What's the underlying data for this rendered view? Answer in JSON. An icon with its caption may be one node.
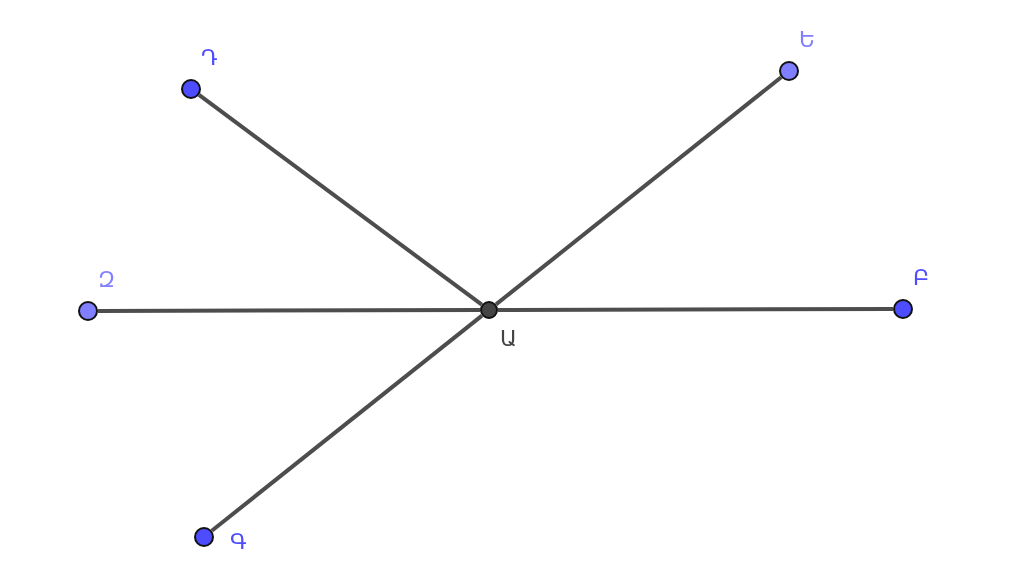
{
  "diagram": {
    "nodes": [
      {
        "text": [],
        "shape": "circle",
        "beside": [
          "Դ"
        ]
      },
      {
        "text": [],
        "shape": "circle",
        "beside": [
          "Ե"
        ]
      },
      {
        "text": [],
        "shape": "circle",
        "beside": [
          "Զ"
        ]
      },
      {
        "text": [],
        "shape": "circle",
        "beside": [
          "Ա"
        ]
      },
      {
        "text": [],
        "shape": "circle",
        "beside": [
          "Բ"
        ]
      },
      {
        "text": [],
        "shape": "circle",
        "beside": [
          "Գ"
        ]
      }
    ],
    "edges": [
      {
        "from": 3,
        "to": 0,
        "arrow": "none"
      },
      {
        "from": 3,
        "to": 1,
        "arrow": "none"
      },
      {
        "from": 3,
        "to": 2,
        "arrow": "none"
      },
      {
        "from": 3,
        "to": 4,
        "arrow": "none"
      },
      {
        "from": 3,
        "to": 5,
        "arrow": "none"
      }
    ]
  }
}
